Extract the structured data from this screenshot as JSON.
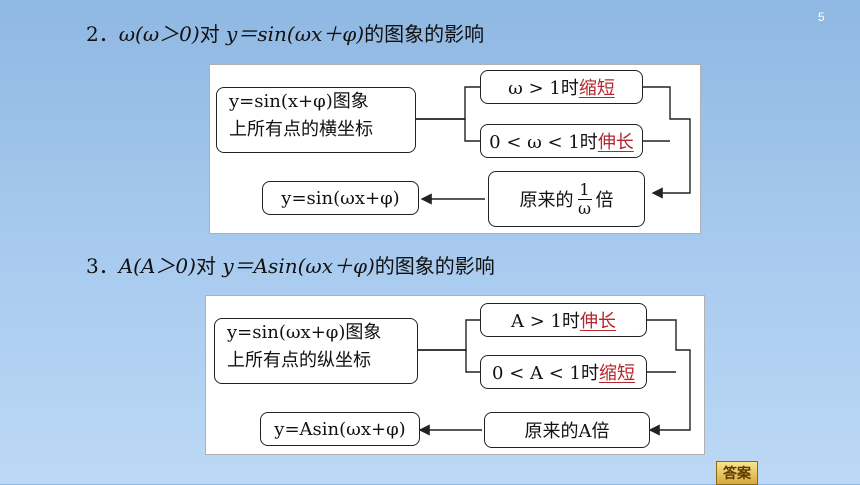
{
  "page_number": "5",
  "section2": {
    "heading_num": "2．",
    "heading_pre": "ω(ω＞0)",
    "heading_mid": "对 ",
    "heading_formula": "y＝sin(ωx＋φ)",
    "heading_post": "的图象的影响",
    "left_box_line1": "y=sin(x+φ)图象",
    "left_box_line2": "上所有点的横坐标",
    "case1_cond": "ω > 1时",
    "case1_result": "缩短",
    "case2_cond": "0 < ω < 1时",
    "case2_result": "伸长",
    "result_pre": "原来的",
    "result_frac_num": "1",
    "result_frac_den": "ω",
    "result_post": "倍",
    "final_box": "y=sin(ωx+φ)"
  },
  "section3": {
    "heading_num": "3．",
    "heading_pre": "A(A＞0)",
    "heading_mid": "对 ",
    "heading_formula": "y＝Asin(ωx＋φ)",
    "heading_post": "的图象的影响",
    "left_box_line1": "y=sin(ωx+φ)图象",
    "left_box_line2": "上所有点的纵坐标",
    "case1_cond": "A > 1时",
    "case1_result": "伸长",
    "case2_cond": "0 < A < 1时",
    "case2_result": "缩短",
    "result_text": "原来的A倍",
    "final_box": "y=Asin(ωx+φ)"
  },
  "answer_button": "答案"
}
